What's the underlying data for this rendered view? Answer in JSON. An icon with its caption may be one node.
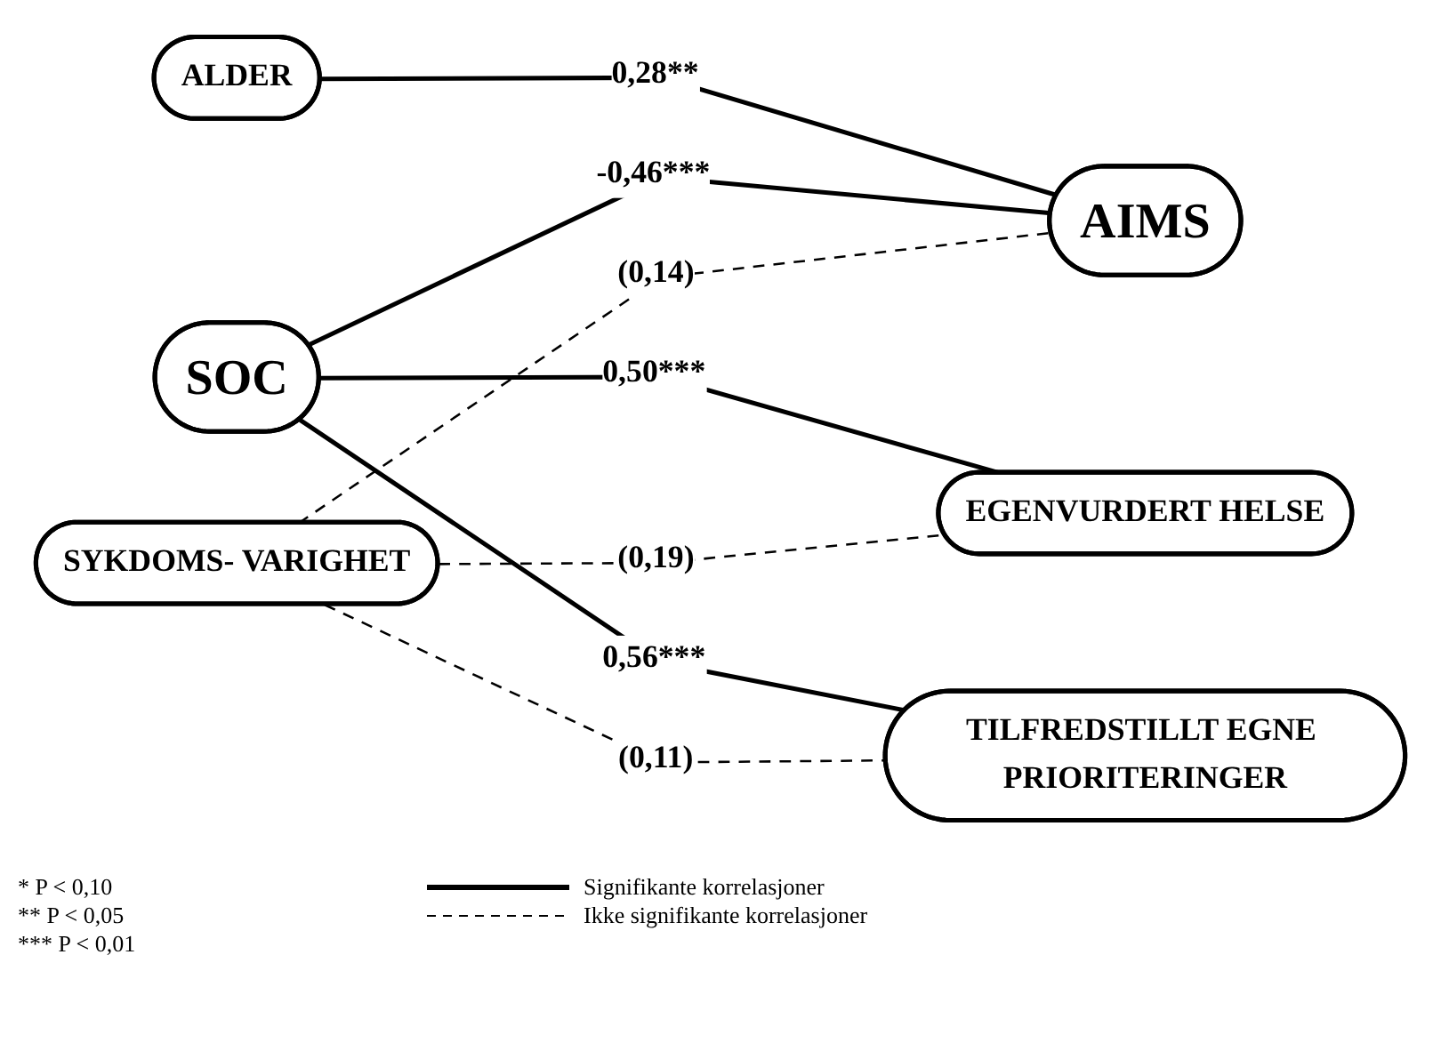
{
  "diagram": {
    "nodes": [
      {
        "text": [
          "ALDER"
        ]
      },
      {
        "text": [
          "EGENVURDERT HELSE"
        ]
      },
      {
        "text": [
          "SOC"
        ]
      },
      {
        "text": [
          "AIMS"
        ]
      },
      {
        "text": [
          "TILFREDSTILLT EGNE PRIORITERINGER"
        ]
      },
      {
        "text": [
          "SYKDOMS- VARIGHET"
        ]
      }
    ],
    "edges": [
      {
        "from": 0,
        "to": 3,
        "arrow": "none",
        "label": "0,28**"
      },
      {
        "from": 2,
        "to": 1,
        "arrow": "none",
        "label": "0,50***"
      },
      {
        "from": 2,
        "to": 3,
        "arrow": "none",
        "label": "-0,46***"
      },
      {
        "from": 2,
        "to": 4,
        "arrow": "none",
        "label": "0,56***"
      },
      {
        "from": 5,
        "to": 1,
        "arrow": "none",
        "label": "(0,19)",
        "style": "dashed"
      },
      {
        "from": 5,
        "to": 3,
        "arrow": "none",
        "label": "(0,14)",
        "style": "dashed"
      },
      {
        "from": 5,
        "to": 4,
        "arrow": "none",
        "label": "(0,11)",
        "style": "dashed"
      }
    ],
    "labels": [
      "* P < 0,10",
      "** P < 0,05",
      "*** P < 0,01"
    ],
    "legend": [
      {
        "text": "Signifikante korrelasjoner"
      },
      {
        "text": "Ikke signifikante korrelasjoner"
      }
    ]
  }
}
